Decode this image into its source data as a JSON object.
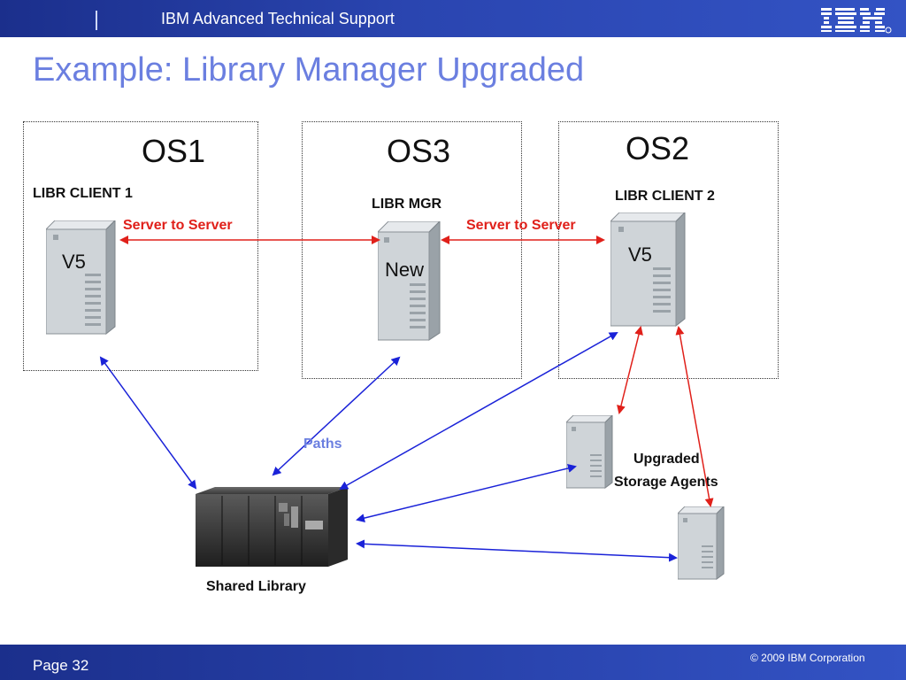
{
  "header": {
    "title": "IBM Advanced Technical Support",
    "logo_text": "IBM"
  },
  "slide": {
    "title": "Example: Library Manager Upgraded"
  },
  "os_boxes": [
    {
      "label": "OS1",
      "caption": "LIBR CLIENT 1",
      "server_version": "V5"
    },
    {
      "label": "OS3",
      "caption": "LIBR MGR",
      "server_version": "New"
    },
    {
      "label": "OS2",
      "caption": "LIBR CLIENT 2",
      "server_version": "V5"
    }
  ],
  "connections": {
    "server_to_server_left": "Server to Server",
    "server_to_server_right": "Server to Server",
    "paths": "Paths"
  },
  "storage_agents": {
    "line1": "Upgraded",
    "line2": "Storage Agents"
  },
  "library": {
    "caption": "Shared Library"
  },
  "footer": {
    "page": "Page 32",
    "copyright": "© 2009 IBM Corporation"
  },
  "colors": {
    "header_blue": "#2a45b0",
    "title_blue": "#6b7fe0",
    "red_arrow": "#e0201a",
    "blue_arrow": "#1a22d8"
  }
}
